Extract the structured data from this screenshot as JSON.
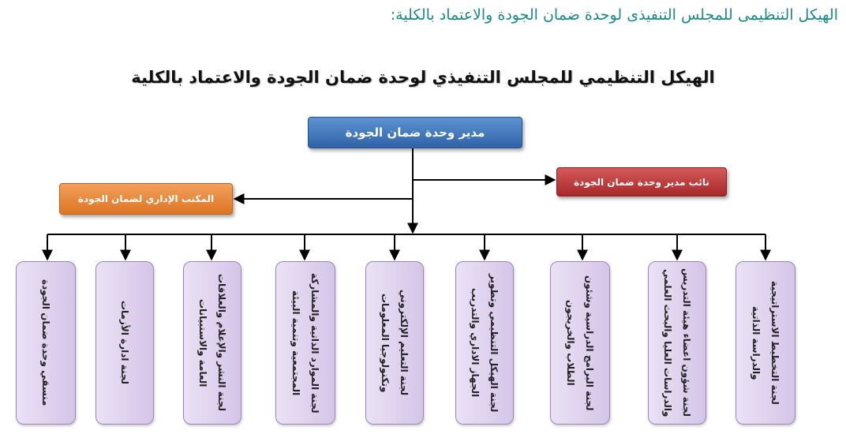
{
  "heading": "الهيكل التنظيمى للمجلس التنفيذى لوحدة ضمان الجودة والاعتماد بالكلية:",
  "chart_title": "الهيكل التنظيمي للمجلس التنفيذي لوحدة ضمان الجودة والاعتماد بالكلية",
  "director": "مدير وحدة ضمان الجودة",
  "deputy": "نائب مدير وحدة ضمان الجودة",
  "office": "المكتب الإداري لضمان الجودة",
  "committees": [
    "لجنة التخطيط الاستراتيجية والدراسة الذاتية",
    "لجنة شؤون اعضاء هيئة التدريس والدراسات العليا والبحث العلمي",
    "لجنة البرامج الدراسية وشئون الطلاب والخريجون",
    "لجنة الهيكل التنظيمي وتطوير الجهاز الاداري والتدريب",
    "لجنة التعليم الإلكتروني وتكنولوجيا المعلومات",
    "لجنة الموارد الذاتية والمشاركة المجتمعية وتنمية البيئة",
    "لجنة النشر والإعلام والعلاقات العامة والاستبيانات",
    "لجنة ادارة الأزمات",
    "منسقي وحدة ضمان الجودة"
  ],
  "colors": {
    "heading": "#1a8a86",
    "director": "#3a70b6",
    "deputy": "#b83232",
    "office": "#e88534",
    "committee": "#ded2ee",
    "connector": "#000000"
  }
}
